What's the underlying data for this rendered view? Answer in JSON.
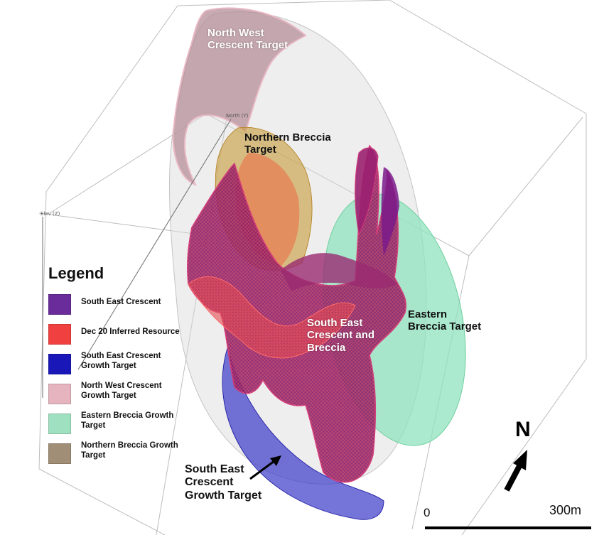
{
  "axes": {
    "north_label": "North (Y)",
    "elev_label": "Elev (Z)"
  },
  "labels": {
    "nw_crescent": [
      "North West",
      "Crescent Target"
    ],
    "northern_breccia": [
      "Northern Breccia",
      "Target"
    ],
    "se_crescent_breccia": [
      "South East",
      "Crescent and",
      "Breccia"
    ],
    "eastern_breccia": [
      "Eastern",
      "Breccia Target"
    ],
    "se_growth": [
      "South East",
      "Crescent",
      "Growth Target"
    ]
  },
  "legend": {
    "title": "Legend",
    "items": [
      {
        "lines": [
          "South East Crescent"
        ],
        "color": "#6a2c9a"
      },
      {
        "lines": [
          "Dec 20 Inferred Resource"
        ],
        "color": "#f0403f"
      },
      {
        "lines": [
          "South East Crescent",
          "Growth Target"
        ],
        "color": "#1a17b8"
      },
      {
        "lines": [
          "North West Crescent",
          "Growth Target"
        ],
        "color": "#e5b4bf"
      },
      {
        "lines": [
          "Eastern Breccia Growth",
          "Target"
        ],
        "color": "#9fe0c0"
      },
      {
        "lines": [
          "Northern Breccia Growth",
          "Target"
        ],
        "color": "#a08e76"
      }
    ]
  },
  "north_arrow": {
    "label": "N"
  },
  "scale_bar": {
    "start_label": "0",
    "end_label": "300m"
  },
  "colors": {
    "shell": "#d9d9d9",
    "nw_crescent": "#b58e98",
    "northern_breccia": "#c89b3a",
    "inferred_resource": "#f0403f",
    "se_crescent": "#8a1a66",
    "se_growth": "#3b39c9",
    "eastern_breccia": "#8fe3bd"
  }
}
